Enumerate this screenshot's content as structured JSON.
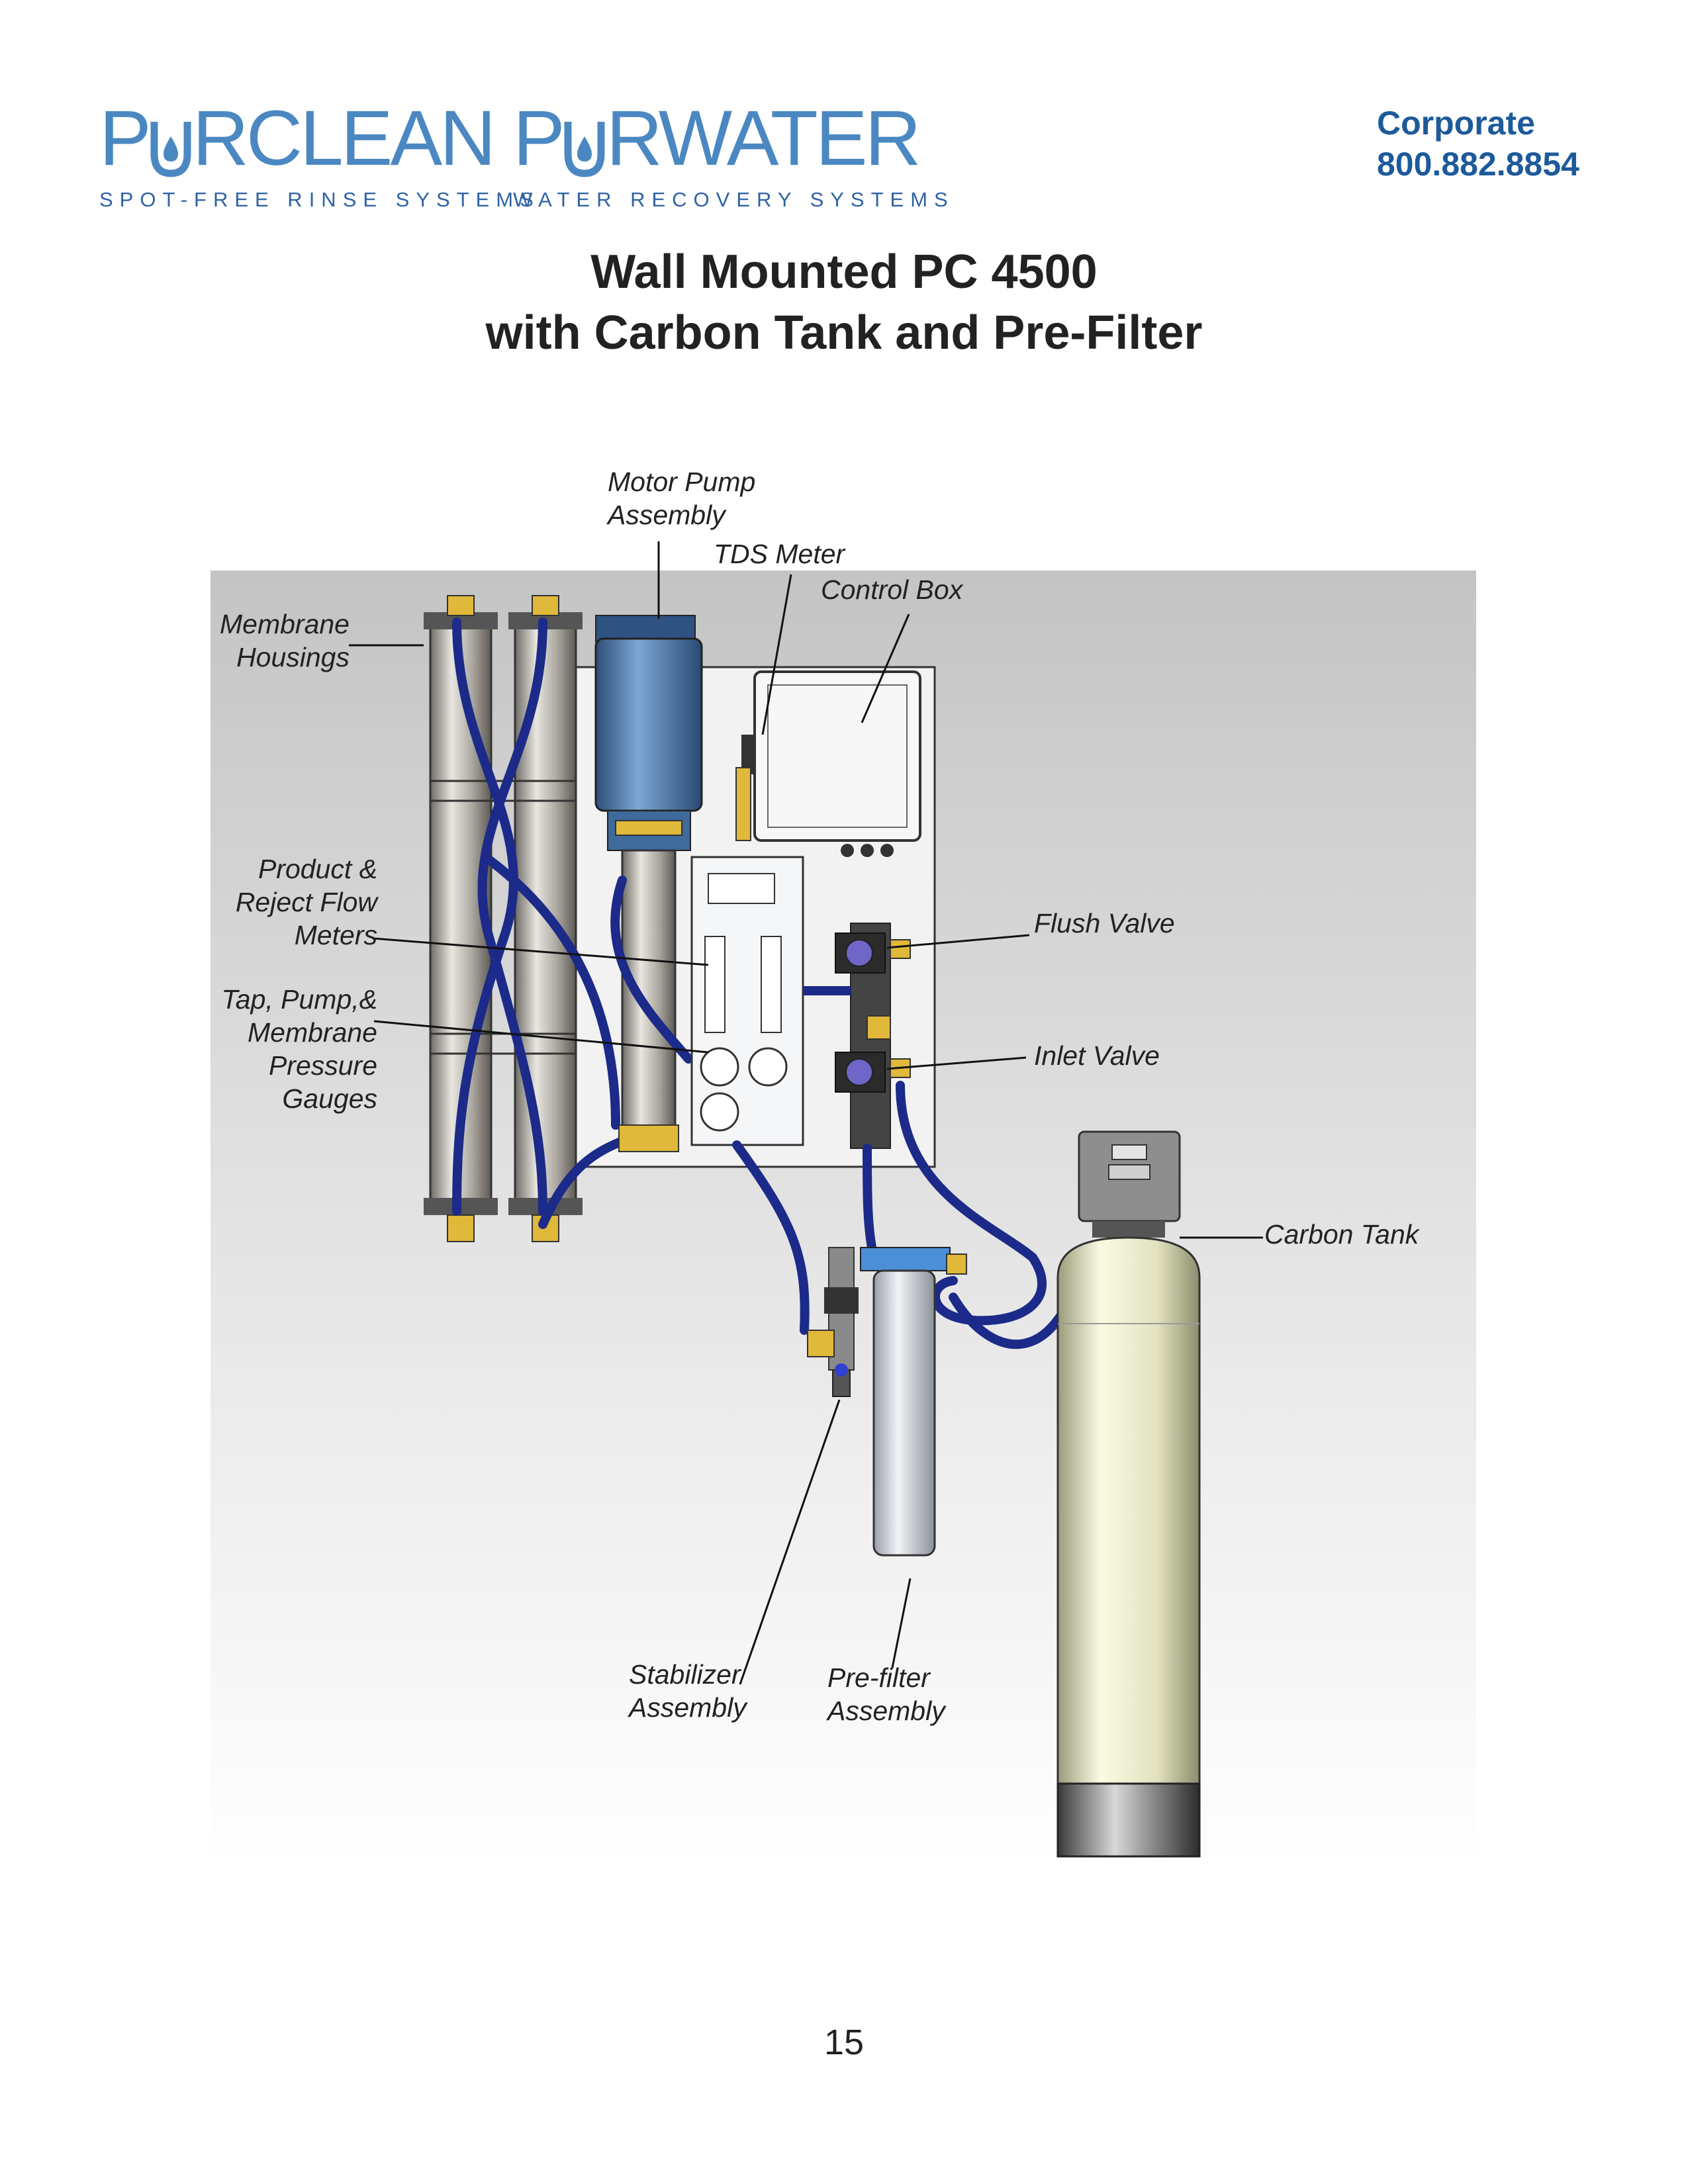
{
  "brand_colors": {
    "logo_blue": "#4b88c2",
    "tagline_blue": "#2f63a3",
    "corporate_blue": "#1d5a9a"
  },
  "logos": [
    {
      "before": "P",
      "after": "RCLEAN",
      "tagline": "SPOT-FREE RINSE SYSTEMS"
    },
    {
      "before": "P",
      "after": "RWATER",
      "tagline": "WATER RECOVERY SYSTEMS"
    }
  ],
  "corporate": {
    "label": "Corporate",
    "phone": "800.882.8854"
  },
  "title": {
    "line1": "Wall Mounted PC 4500",
    "line2": "with Carbon Tank and Pre-Filter"
  },
  "labels": {
    "motor_pump": [
      "Motor Pump",
      "Assembly"
    ],
    "tds_meter": "TDS Meter",
    "control_box": "Control Box",
    "membrane_housings": [
      "Membrane",
      "Housings"
    ],
    "flow_meters": [
      "Product &",
      "Reject Flow",
      "Meters"
    ],
    "gauges": [
      "Tap, Pump,&",
      "Membrane",
      "Pressure",
      "Gauges"
    ],
    "flush_valve": "Flush Valve",
    "inlet_valve": "Inlet Valve",
    "carbon_tank": "Carbon Tank",
    "stabilizer": [
      "Stabilizer",
      "Assembly"
    ],
    "prefilter": [
      "Pre-filter",
      "Assembly"
    ]
  },
  "page_number": "15"
}
